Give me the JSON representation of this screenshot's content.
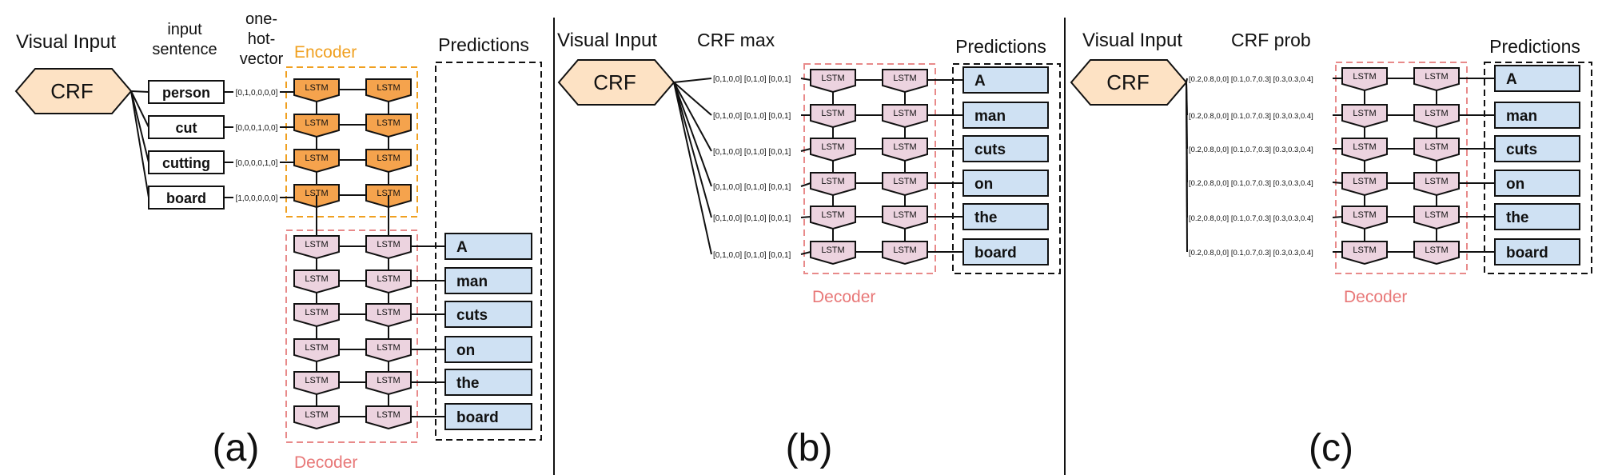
{
  "panel_a": {
    "visual_input_label": "Visual Input",
    "crf_label": "CRF",
    "input_sentence_label": "input sentence",
    "input_sentence_lines": [
      "input",
      "sentence"
    ],
    "one_hot_label_lines": [
      "one-",
      "hot-",
      "vector"
    ],
    "encoder_label": "Encoder",
    "decoder_label": "Decoder",
    "predictions_label": "Predictions",
    "lstm_label": "LSTM",
    "inputs": [
      {
        "word": "person",
        "vector": "[0,1,0,0,0,0]"
      },
      {
        "word": "cut",
        "vector": "[0,0,0,1,0,0]"
      },
      {
        "word": "cutting",
        "vector": "[0,0,0,0,1,0]"
      },
      {
        "word": "board",
        "vector": "[1,0,0,0,0,0]"
      }
    ],
    "predictions": [
      "A",
      "man",
      "cuts",
      "on",
      "the",
      "board"
    ],
    "panel_label": "(a)"
  },
  "panel_b": {
    "visual_input_label": "Visual Input",
    "crf_label": "CRF",
    "title": "CRF max",
    "vectors": [
      "[0,1,0,0] [0,1,0] [0,0,1]",
      "[0,1,0,0] [0,1,0] [0,0,1]",
      "[0,1,0,0] [0,1,0] [0,0,1]",
      "[0,1,0,0] [0,1,0] [0,0,1]",
      "[0,1,0,0] [0,1,0] [0,0,1]",
      "[0,1,0,0] [0,1,0] [0,0,1]"
    ],
    "decoder_label": "Decoder",
    "predictions_label": "Predictions",
    "lstm_label": "LSTM",
    "predictions": [
      "A",
      "man",
      "cuts",
      "on",
      "the",
      "board"
    ],
    "panel_label": "(b)"
  },
  "panel_c": {
    "visual_input_label": "Visual Input",
    "crf_label": "CRF",
    "title": "CRF prob",
    "vectors": [
      "[0.2,0.8,0,0] [0.1,0.7,0.3] [0.3,0.3,0.4]",
      "[0.2,0.8,0,0] [0.1,0.7,0.3] [0.3,0.3,0.4]",
      "[0.2,0.8,0,0] [0.1,0.7,0.3] [0.3,0.3,0.4]",
      "[0.2,0.8,0,0] [0.1,0.7,0.3] [0.3,0.3,0.4]",
      "[0.2,0.8,0,0] [0.1,0.7,0.3] [0.3,0.3,0.4]",
      "[0.2,0.8,0,0] [0.1,0.7,0.3] [0.3,0.3,0.4]"
    ],
    "decoder_label": "Decoder",
    "predictions_label": "Predictions",
    "lstm_label": "LSTM",
    "predictions": [
      "A",
      "man",
      "cuts",
      "on",
      "the",
      "board"
    ],
    "panel_label": "(c)"
  },
  "colors": {
    "crf_fill": "#fde2c4",
    "encoder_lstm_fill": "#f5a34d",
    "encoder_border": "#f0a020",
    "decoder_lstm_fill": "#ecd3df",
    "decoder_border": "#e88a8a",
    "prediction_fill": "#cfe1f3",
    "line": "#111111"
  }
}
